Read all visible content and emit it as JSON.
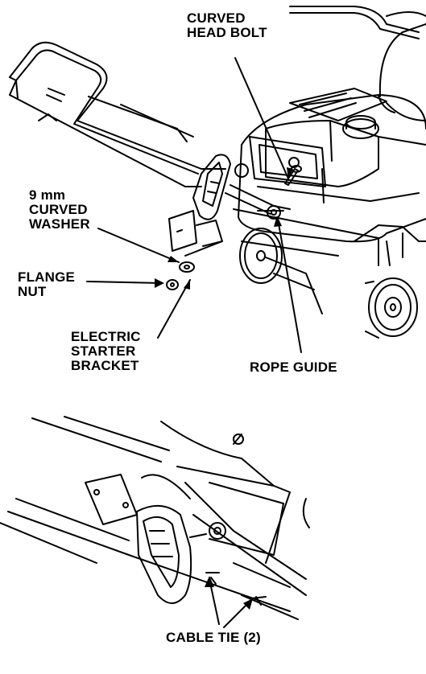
{
  "labels": {
    "curved_head_bolt": [
      "CURVED",
      "HEAD BOLT"
    ],
    "curved_washer": [
      "9 mm",
      "CURVED",
      "WASHER"
    ],
    "flange_nut": [
      "FLANGE",
      "NUT"
    ],
    "starter_bracket": [
      "ELECTRIC",
      "STARTER",
      "BRACKET"
    ],
    "rope_guide": "ROPE GUIDE",
    "cable_tie": "CABLE TIE (2)"
  },
  "colors": {
    "ink": "#000000",
    "paper": "#ffffff"
  }
}
